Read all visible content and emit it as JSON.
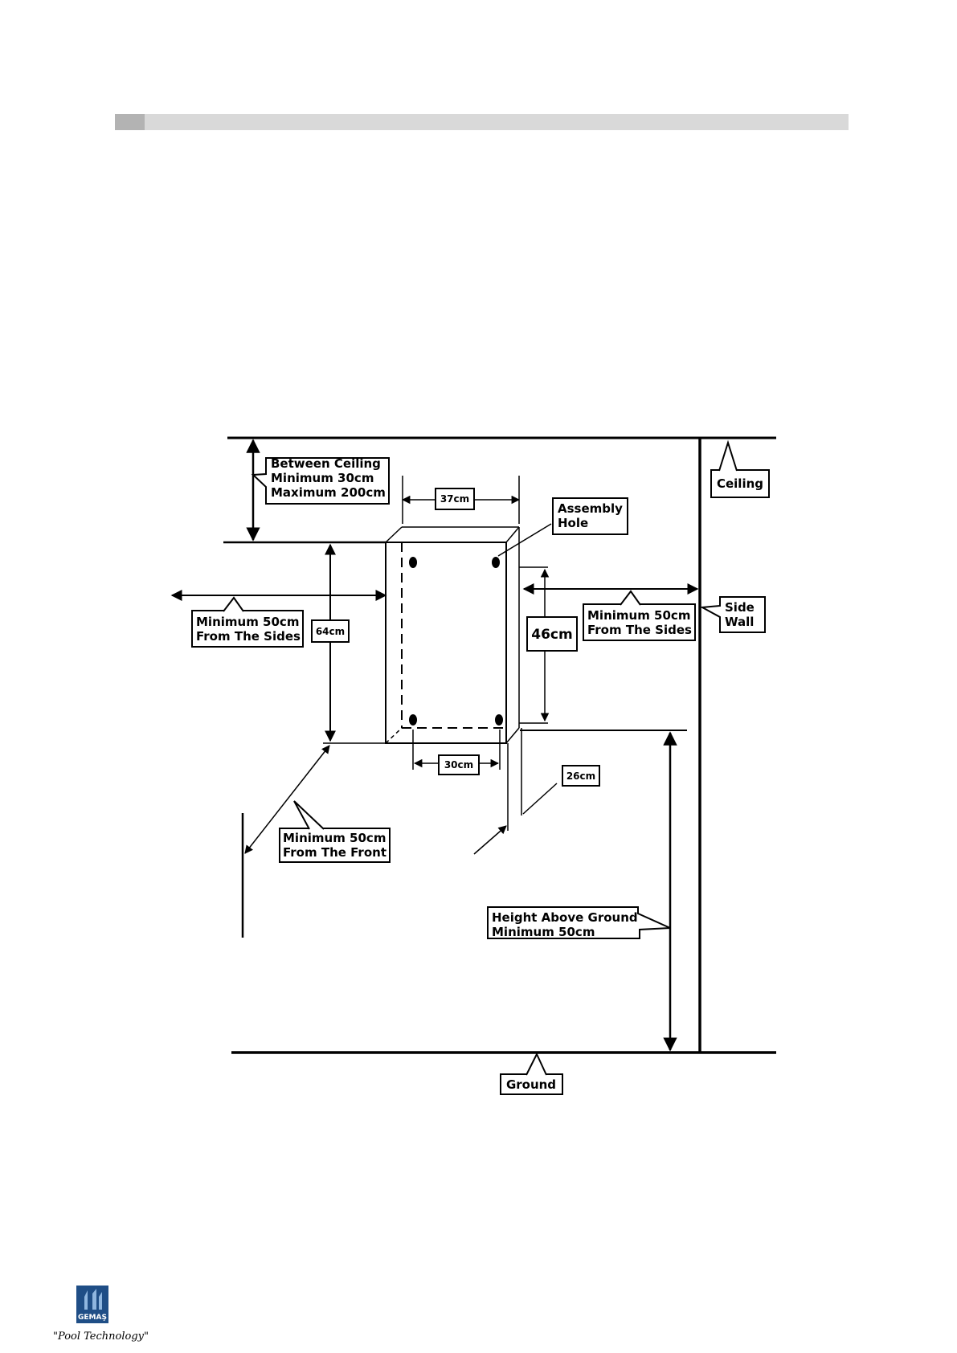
{
  "labels": {
    "ceiling_gap": [
      "Between Ceiling",
      "Minimum 30cm",
      "Maximum 200cm"
    ],
    "width_top": "37cm",
    "assembly_hole": [
      "Assembly",
      "Hole"
    ],
    "ceiling": "Ceiling",
    "side_left": [
      "Minimum 50cm",
      "From The Sides"
    ],
    "height_64": "64cm",
    "height_46": "46cm",
    "side_right": [
      "Minimum 50cm",
      "From The Sides"
    ],
    "side_wall": [
      "Side",
      "Wall"
    ],
    "width_bottom": "30cm",
    "depth": "26cm",
    "front": [
      "Minimum 50cm",
      "From The Front"
    ],
    "height_ground": [
      "Height Above Ground",
      "Minimum 50cm"
    ],
    "ground": "Ground"
  },
  "footer": {
    "logo_text": "GEMAŞ",
    "tagline": "\"Pool Technology\""
  }
}
